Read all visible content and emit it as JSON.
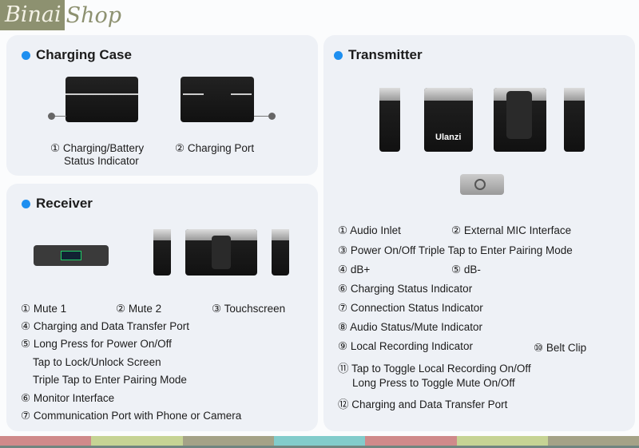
{
  "logo": {
    "part1": "Binai",
    "part2": "Shop"
  },
  "charging_case": {
    "title": "Charging Case",
    "labels": [
      "① Charging/Battery",
      "Status Indicator",
      "② Charging Port"
    ]
  },
  "receiver": {
    "title": "Receiver",
    "labels": [
      "① Mute 1",
      "② Mute 2",
      "③ Touchscreen",
      "④ Charging and Data Transfer Port",
      "⑤ Long Press for Power On/Off",
      "Tap to Lock/Unlock Screen",
      "Triple Tap to Enter Pairing Mode",
      "⑥ Monitor Interface",
      "⑦ Communication Port with Phone or Camera"
    ]
  },
  "transmitter": {
    "title": "Transmitter",
    "brand": "Ulanzi",
    "labels": [
      "① Audio Inlet",
      "② External MIC Interface",
      "③ Power On/Off Triple Tap to Enter Pairing Mode",
      "④ dB+",
      "⑤ dB-",
      "⑥ Charging Status Indicator",
      "⑦ Connection Status Indicator",
      "⑧ Audio Status/Mute Indicator",
      "⑨ Local Recording Indicator",
      "⑩ Belt Clip",
      "⑪ Tap to Toggle Local Recording On/Off",
      "Long Press to Toggle Mute On/Off",
      "⑫ Charging and Data Transfer Port"
    ]
  },
  "stripe_colors": [
    "#cf8a8a",
    "#c6d394",
    "#a4a287",
    "#82cccb",
    "#cf8a8a",
    "#c6d394",
    "#a4a287"
  ]
}
